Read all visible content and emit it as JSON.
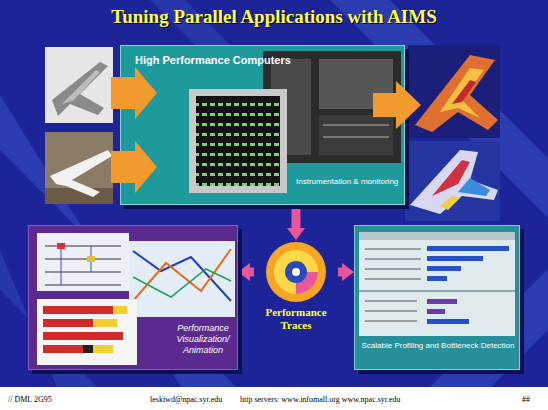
{
  "diagram": {
    "title": "Tuning Parallel Applications with AIMS",
    "nodes": [
      {
        "text": [
          "High Performance Computers",
          "Instrumentation & monitoring"
        ]
      },
      {
        "text": [
          "Performance Traces"
        ]
      },
      {
        "text": [
          "Performance Visualization/ Animation"
        ]
      },
      {
        "text": [
          "Scalable Profiling and Bottleneck Detection"
        ]
      }
    ],
    "edges": [
      {
        "from": 0,
        "to": 1,
        "arrow": "to"
      },
      {
        "from": 1,
        "to": 2,
        "arrow": "to"
      },
      {
        "from": 1,
        "to": 3,
        "arrow": "to"
      }
    ],
    "labels": [
      "// DML 2G95",
      "leskiwd@npac.syr.edu",
      "http servers: www.infomall.org www.npac.syr.edu",
      "##"
    ]
  }
}
